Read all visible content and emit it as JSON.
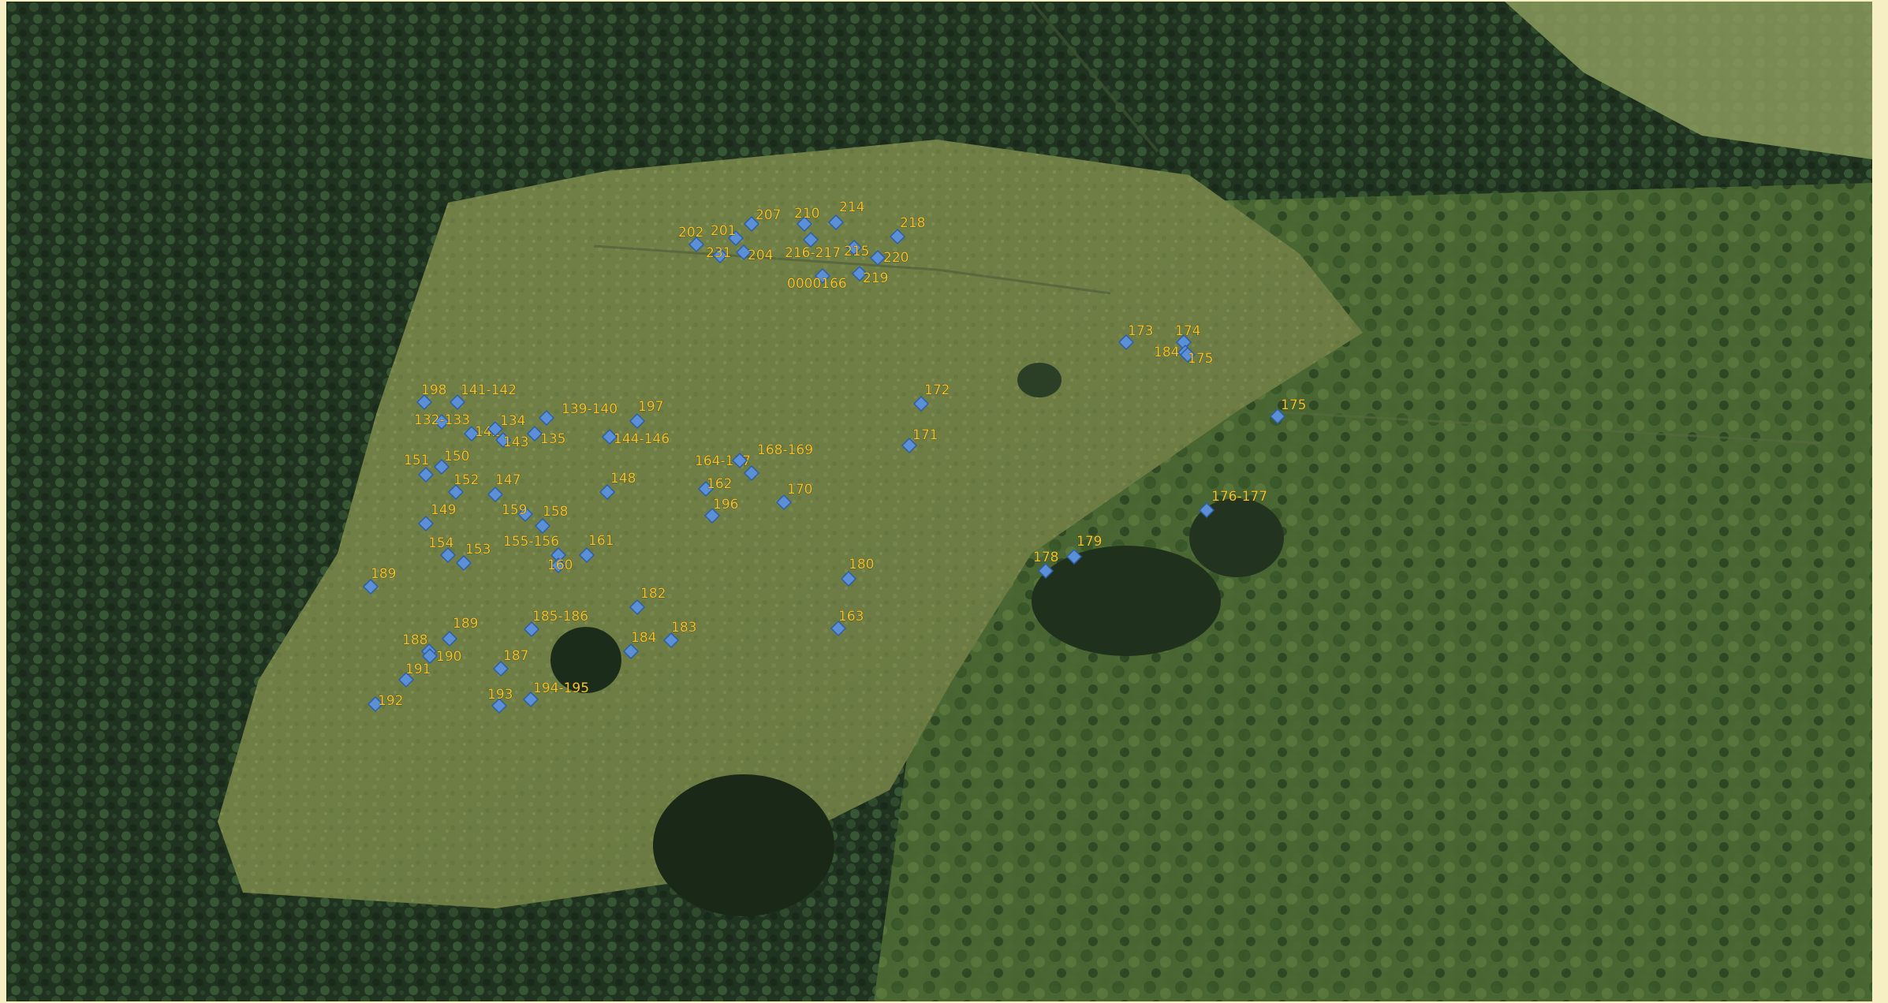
{
  "map": {
    "marker_color": "#5b8fd6",
    "label_color": "#f4c430",
    "markers": [
      {
        "label": "202"
      },
      {
        "label": "201"
      },
      {
        "label": "231"
      },
      {
        "label": "207"
      },
      {
        "label": "204"
      },
      {
        "label": "210"
      },
      {
        "label": "216-217"
      },
      {
        "label": "214"
      },
      {
        "label": "215"
      },
      {
        "label": "218"
      },
      {
        "label": "220"
      },
      {
        "label": "0000166"
      },
      {
        "label": "219"
      },
      {
        "label": "173"
      },
      {
        "label": "174"
      },
      {
        "label": "184"
      },
      {
        "label": "175"
      },
      {
        "label": "175"
      },
      {
        "label": "172"
      },
      {
        "label": "171"
      },
      {
        "label": "198"
      },
      {
        "label": "141-142"
      },
      {
        "label": "132-133"
      },
      {
        "label": "142"
      },
      {
        "label": "134"
      },
      {
        "label": "139-140"
      },
      {
        "label": "143"
      },
      {
        "label": "135"
      },
      {
        "label": "197"
      },
      {
        "label": "144-146"
      },
      {
        "label": "151"
      },
      {
        "label": "150"
      },
      {
        "label": "152"
      },
      {
        "label": "147"
      },
      {
        "label": "148"
      },
      {
        "label": "164-167"
      },
      {
        "label": "168-169"
      },
      {
        "label": "162"
      },
      {
        "label": "196"
      },
      {
        "label": "170"
      },
      {
        "label": "149"
      },
      {
        "label": "159"
      },
      {
        "label": "158"
      },
      {
        "label": "154"
      },
      {
        "label": "153"
      },
      {
        "label": "155-156"
      },
      {
        "label": "161"
      },
      {
        "label": "160"
      },
      {
        "label": "176-177"
      },
      {
        "label": "179"
      },
      {
        "label": "178"
      },
      {
        "label": "180"
      },
      {
        "label": "189"
      },
      {
        "label": "182"
      },
      {
        "label": "185-186"
      },
      {
        "label": "183"
      },
      {
        "label": "163"
      },
      {
        "label": "188"
      },
      {
        "label": "189"
      },
      {
        "label": "184"
      },
      {
        "label": "190"
      },
      {
        "label": "187"
      },
      {
        "label": "191"
      },
      {
        "label": "193"
      },
      {
        "label": "194-195"
      },
      {
        "label": "192"
      }
    ]
  }
}
